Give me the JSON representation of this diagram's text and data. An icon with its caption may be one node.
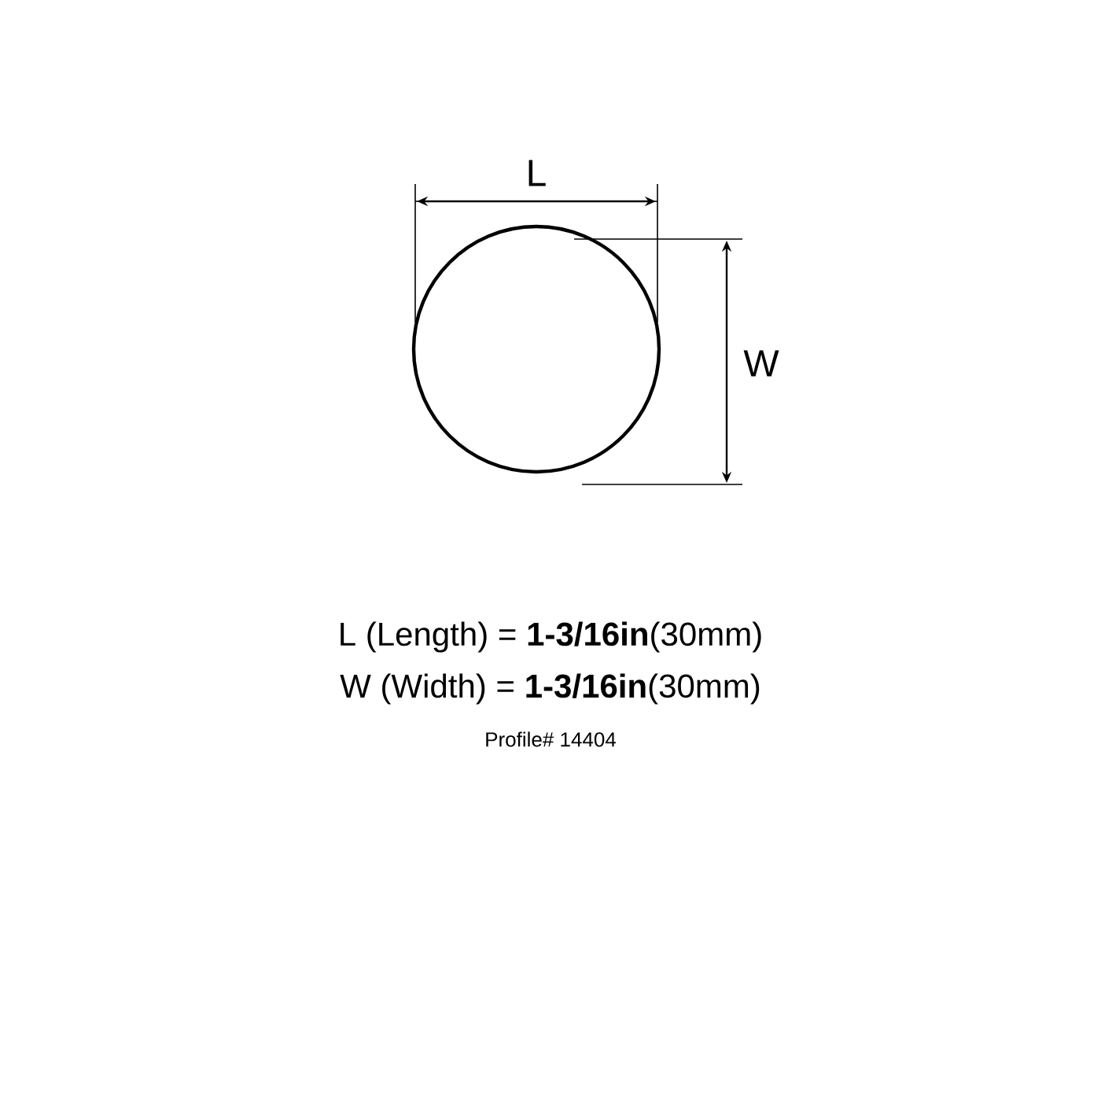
{
  "diagram": {
    "nodes": [
      {
        "text": [],
        "shape": "circle"
      }
    ],
    "labels": [
      "L",
      "W",
      "L (Length) = **1-3/16in**(30mm)",
      "W (Width) = **1-3/16in**(30mm)",
      "Profile# 14404"
    ]
  }
}
